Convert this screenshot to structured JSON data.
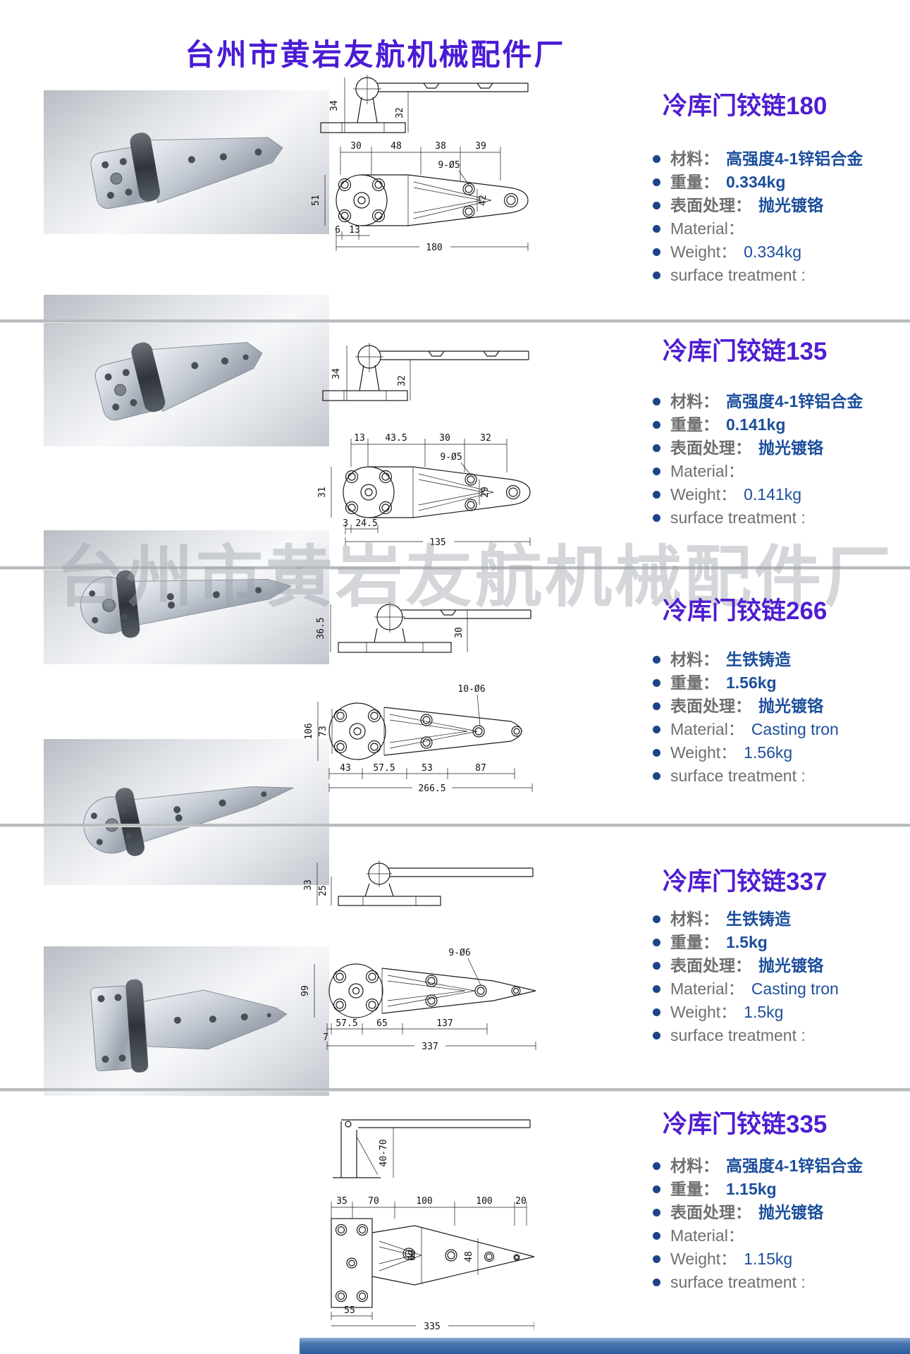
{
  "page": {
    "header": "台州市黄岩友航机械配件厂",
    "watermark": "台州市黄岩友航机械配件厂"
  },
  "products": [
    {
      "name": "冷库门铰链180",
      "specs": [
        {
          "label": "材料：",
          "value": "高强度4-1锌铝合金"
        },
        {
          "label": "重量：",
          "value": "0.334kg"
        },
        {
          "label": "表面处理：",
          "value": "抛光镀铬"
        },
        {
          "label": "Material：",
          "value": ""
        },
        {
          "label": "Weight：",
          "value": "0.334kg"
        },
        {
          "label": "surface treatment :",
          "value": ""
        }
      ],
      "dims": [
        "34",
        "32",
        "30",
        "48",
        "38",
        "39",
        "9-Ø5",
        "51",
        "42",
        "6",
        "13",
        "180"
      ]
    },
    {
      "name": "冷库门铰链135",
      "specs": [
        {
          "label": "材料：",
          "value": "高强度4-1锌铝合金"
        },
        {
          "label": "重量：",
          "value": "0.141kg"
        },
        {
          "label": "表面处理：",
          "value": "抛光镀铬"
        },
        {
          "label": "Material：",
          "value": ""
        },
        {
          "label": "Weight：",
          "value": "0.141kg"
        },
        {
          "label": "surface treatment :",
          "value": ""
        }
      ],
      "dims": [
        "34",
        "32",
        "13",
        "43.5",
        "30",
        "32",
        "9-Ø5",
        "31",
        "29",
        "3",
        "24.5",
        "135"
      ]
    },
    {
      "name": "冷库门铰链266",
      "specs": [
        {
          "label": "材料：",
          "value": "生铁铸造"
        },
        {
          "label": "重量：",
          "value": "1.56kg"
        },
        {
          "label": "表面处理：",
          "value": "抛光镀铬"
        },
        {
          "label": "Material：",
          "value": "Casting tron"
        },
        {
          "label": "Weight：",
          "value": "1.56kg"
        },
        {
          "label": "surface treatment :",
          "value": ""
        }
      ],
      "dims": [
        "36.5",
        "30",
        "10-Ø6",
        "106",
        "73",
        "43",
        "57.5",
        "53",
        "87",
        "266.5"
      ]
    },
    {
      "name": "冷库门铰链337",
      "specs": [
        {
          "label": "材料：",
          "value": "生铁铸造"
        },
        {
          "label": "重量：",
          "value": "1.5kg"
        },
        {
          "label": "表面处理：",
          "value": "抛光镀铬"
        },
        {
          "label": "Material：",
          "value": "Casting tron"
        },
        {
          "label": "Weight：",
          "value": "1.5kg"
        },
        {
          "label": "surface treatment :",
          "value": ""
        }
      ],
      "dims": [
        "33",
        "25",
        "9-Ø6",
        "99",
        "7",
        "57.5",
        "65",
        "137",
        "337"
      ]
    },
    {
      "name": "冷库门铰链335",
      "specs": [
        {
          "label": "材料：",
          "value": "高强度4-1锌铝合金"
        },
        {
          "label": "重量：",
          "value": "1.15kg"
        },
        {
          "label": "表面处理：",
          "value": "抛光镀铬"
        },
        {
          "label": "Material：",
          "value": ""
        },
        {
          "label": "Weight：",
          "value": "1.15kg"
        },
        {
          "label": "surface treatment :",
          "value": ""
        }
      ],
      "dims": [
        "40-70",
        "35",
        "70",
        "100",
        "100",
        "20",
        "60",
        "48",
        "55",
        "335"
      ]
    }
  ]
}
